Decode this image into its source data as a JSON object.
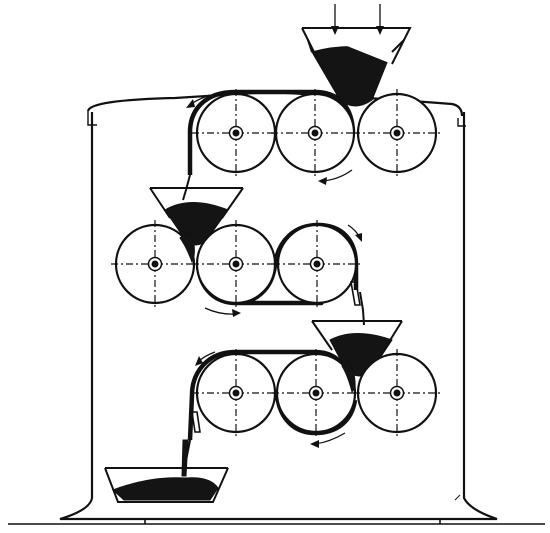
{
  "diagram": {
    "description_visible_text": "",
    "colors": {
      "ink": "#111111",
      "background": "#ffffff",
      "material": "#141414"
    },
    "stages": [
      {
        "name": "stage-1",
        "rolls": 3,
        "rotation": "counterclockwise"
      },
      {
        "name": "stage-2",
        "rolls": 3,
        "rotation": "clockwise"
      },
      {
        "name": "stage-3",
        "rolls": 3,
        "rotation": "counterclockwise"
      }
    ],
    "hoppers": 3,
    "collector": 1,
    "feed_arrows": 2
  }
}
